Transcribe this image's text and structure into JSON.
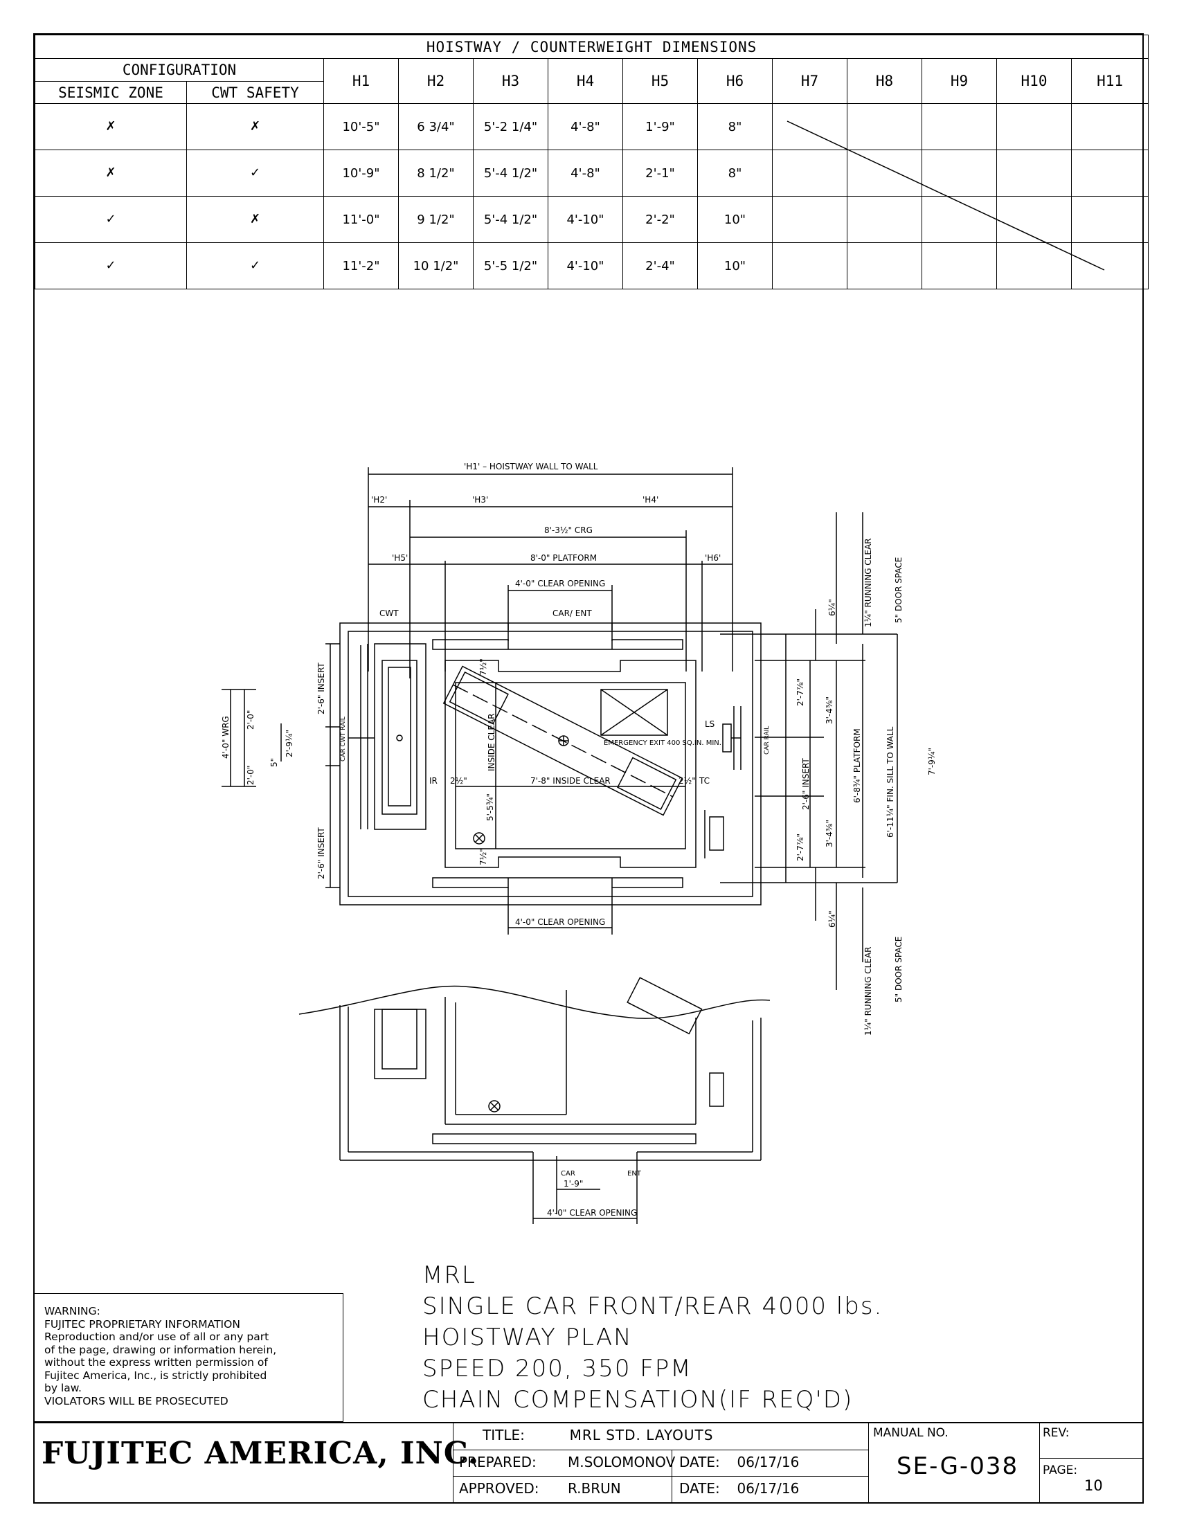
{
  "table": {
    "title": "HOISTWAY / COUNTERWEIGHT DIMENSIONS",
    "configuration_label": "CONFIGURATION",
    "seismic_label": "SEISMIC ZONE",
    "cwt_label": "CWT SAFETY",
    "columns": [
      "H1",
      "H2",
      "H3",
      "H4",
      "H5",
      "H6",
      "H7",
      "H8",
      "H9",
      "H10",
      "H11"
    ],
    "rows": [
      {
        "seismic": "✗",
        "cwt": "✗",
        "h1": "10'-5\"",
        "h2": "6 3/4\"",
        "h3": "5'-2 1/4\"",
        "h4": "4'-8\"",
        "h5": "1'-9\"",
        "h6": "8\""
      },
      {
        "seismic": "✗",
        "cwt": "✓",
        "h1": "10'-9\"",
        "h2": "8 1/2\"",
        "h3": "5'-4 1/2\"",
        "h4": "4'-8\"",
        "h5": "2'-1\"",
        "h6": "8\""
      },
      {
        "seismic": "✓",
        "cwt": "✗",
        "h1": "11'-0\"",
        "h2": "9 1/2\"",
        "h3": "5'-4 1/2\"",
        "h4": "4'-10\"",
        "h5": "2'-2\"",
        "h6": "10\""
      },
      {
        "seismic": "✓",
        "cwt": "✓",
        "h1": "11'-2\"",
        "h2": "10 1/2\"",
        "h3": "5'-5 1/2\"",
        "h4": "4'-10\"",
        "h5": "2'-4\"",
        "h6": "10\""
      }
    ]
  },
  "plan": {
    "h1_label": "'H1' – HOISTWAY WALL TO WALL",
    "h2": "'H2'",
    "h3": "'H3'",
    "h4": "'H4'",
    "h5": "'H5'",
    "h6": "'H6'",
    "crg": "8'-3½\" CRG",
    "platform": "8'-0\" PLATFORM",
    "clear_opening_top": "4'-0\" CLEAR OPENING",
    "clear_opening_bottom": "4'-0\" CLEAR OPENING",
    "cwt": "CWT",
    "car_ent": "CAR/ ENT",
    "emergency": "EMERGENCY EXIT 400 SQ.IN. MIN.",
    "ls": "LS",
    "ir": "IR",
    "tc": "TC",
    "inside_clear_h": "7'-8\" INSIDE CLEAR",
    "inside_clear_v": "INSIDE CLEAR",
    "inside_clear_dim": "5'-5¾\"",
    "insert_top": "2'-6\" INSERT",
    "insert_bottom": "2'-6\" INSERT",
    "wrg": "4'-0\" WRG",
    "dim_2_0_a": "2'-0\"",
    "dim_2_0_b": "2'-0\"",
    "dim_2_9": "2'-9¼\"",
    "dim_5": "5\"",
    "car_cwt_rail": "CAR CWT RAIL",
    "car_rail": "CAR RAIL",
    "right_insert": "2'-6\" INSERT",
    "dim_2_7_top": "2'-7⅞\"",
    "dim_2_7_bottom": "2'-7⅞\"",
    "dim_7_half_top": "7½\"",
    "dim_7_half_bottom": "7½\"",
    "dim_2_half_left": "2½\"",
    "dim_2_half_right": "2½\"",
    "dim_3_4_top": "3'-4⅜\"",
    "dim_3_4_bottom": "3'-4⅜\"",
    "platform_depth": "6'-8¾\" PLATFORM",
    "sill": "6'-11¼\" FIN. SILL TO WALL",
    "overall": "7'-9¼\"",
    "dim_6_quarter_top": "6¼\"",
    "dim_6_quarter_bottom": "6¼\"",
    "running_clear_top": "1¼\" RUNNING CLEAR",
    "door_space_top": "5\" DOOR SPACE",
    "running_clear_bottom": "1¼\" RUNNING CLEAR",
    "door_space_bottom": "5\" DOOR SPACE",
    "detail_car": "CAR",
    "detail_ent": "ENT",
    "detail_dim": "1'-9\"",
    "detail_opening": "4'-0\" CLEAR OPENING"
  },
  "warning": {
    "lines": [
      "WARNING:",
      "FUJITEC PROPRIETARY INFORMATION",
      "Reproduction and/or use of all or any part",
      "of the page, drawing or information herein,",
      "without the express written permission of",
      "Fujitec America, Inc., is strictly prohibited",
      "by law.",
      "VIOLATORS WILL BE PROSECUTED"
    ]
  },
  "main_title": {
    "lines": [
      "MRL",
      "SINGLE CAR FRONT/REAR 4000 lbs.",
      "HOISTWAY PLAN",
      "SPEED 200, 350 FPM",
      "CHAIN COMPENSATION(IF REQ'D)"
    ]
  },
  "title_block": {
    "company": "FUJITEC AMERICA, INC.",
    "title_label": "TITLE:",
    "title_value": "MRL STD. LAYOUTS",
    "prepared_label": "PREPARED:",
    "prepared_value": "M.SOLOMONOV",
    "approved_label": "APPROVED:",
    "approved_value": "R.BRUN",
    "date_label": "DATE:",
    "prepared_date": "06/17/16",
    "approved_date": "06/17/16",
    "manual_label": "MANUAL NO.",
    "manual_value": "SE-G-038",
    "rev_label": "REV:",
    "rev_value": "",
    "page_label": "PAGE:",
    "page_value": "10"
  }
}
